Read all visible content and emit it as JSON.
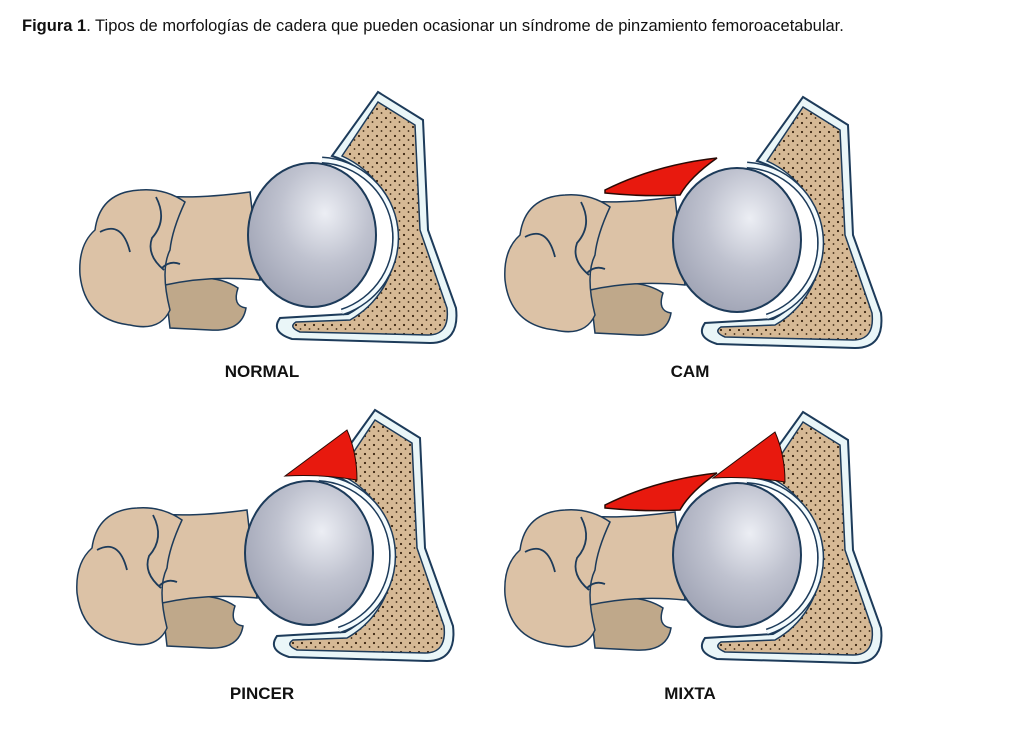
{
  "caption": {
    "label": "Figura 1",
    "text": ". Tipos de morfologías de cadera que pueden ocasionar un síndrome de pinzamiento femoroacetabular."
  },
  "panels": [
    {
      "label": "NORMAL",
      "lesion": "none"
    },
    {
      "label": "CAM",
      "lesion": "femoral-neck-bump"
    },
    {
      "label": "PINCER",
      "lesion": "acetabular-overcoverage"
    },
    {
      "label": "MIXTA",
      "lesion": "both"
    }
  ],
  "colors": {
    "bone": "#d9c0a4",
    "head": "#b9bcc9",
    "outline": "#1d3b5a",
    "lesion": "#e8190e",
    "cartilage": "#f4fbfd"
  }
}
